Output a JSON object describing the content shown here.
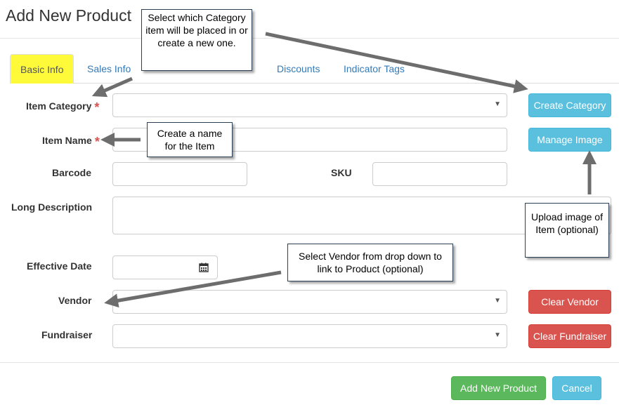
{
  "page": {
    "title": "Add New Product"
  },
  "tabs": [
    {
      "label": "Basic Info",
      "active": true
    },
    {
      "label": "Sales Info",
      "active": false
    },
    {
      "label": "Discounts",
      "active": false
    },
    {
      "label": "Indicator Tags",
      "active": false
    }
  ],
  "form": {
    "item_category": {
      "label": "Item Category",
      "required_mark": "*",
      "value": "",
      "caret": "▼"
    },
    "item_name": {
      "label": "Item Name",
      "required_mark": "*",
      "value": ""
    },
    "barcode": {
      "label": "Barcode",
      "value": ""
    },
    "sku": {
      "label": "SKU",
      "value": ""
    },
    "long_description": {
      "label": "Long Description",
      "value": ""
    },
    "effective_date": {
      "label": "Effective Date",
      "value": ""
    },
    "vendor": {
      "label": "Vendor",
      "value": "",
      "caret": "▼"
    },
    "fundraiser": {
      "label": "Fundraiser",
      "value": "",
      "caret": "▼"
    }
  },
  "buttons": {
    "create_category": "Create Category",
    "manage_image": "Manage Image",
    "clear_vendor": "Clear Vendor",
    "clear_fundraiser": "Clear Fundraiser",
    "add_new_product": "Add New Product",
    "cancel": "Cancel"
  },
  "callouts": {
    "category": "Select which Category item will be placed in or create a new one.",
    "item_name": "Create a name for the Item",
    "image": "Upload image of Item (optional)",
    "vendor": "Select Vendor from drop down to link to Product (optional)"
  },
  "colors": {
    "active_tab": "#fefa3a",
    "link": "#337ab7",
    "info": "#5bc0de",
    "danger": "#d9534f",
    "success": "#5cb85c",
    "required": "#d9534f"
  }
}
